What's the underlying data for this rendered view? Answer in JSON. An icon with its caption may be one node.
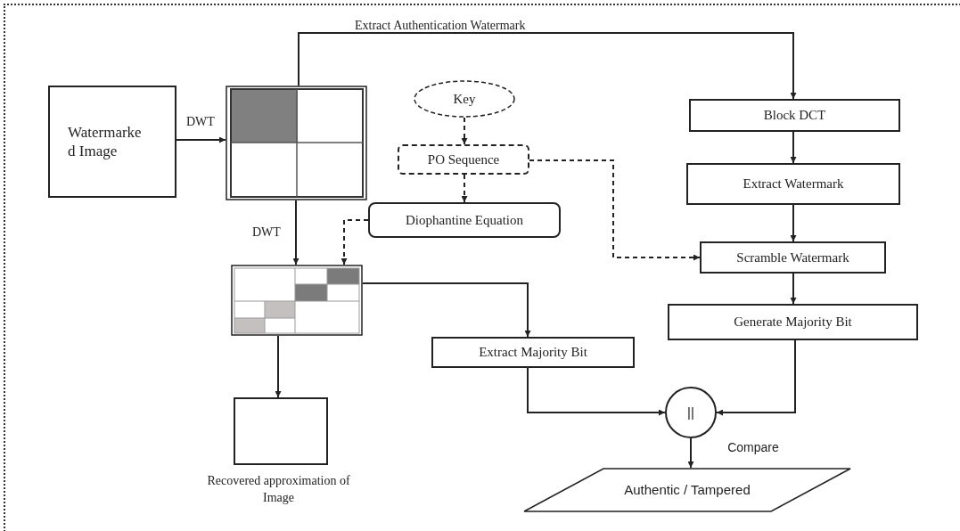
{
  "diagram": {
    "title": "Extract Authentication Watermark",
    "nodes": [
      {
        "text": [
          "Watermarke d Image"
        ]
      },
      {
        "text": [],
        "shape": "grid"
      },
      {
        "text": [
          "Key"
        ]
      },
      {
        "text": [
          "PO Sequence"
        ]
      },
      {
        "text": [
          "Diophantine Equation"
        ]
      },
      {
        "text": [],
        "shape": "grid"
      },
      {
        "text": [
          "Block DCT"
        ]
      },
      {
        "text": [
          "Extract Watermark"
        ]
      },
      {
        "text": [
          "Scramble Watermark"
        ]
      },
      {
        "text": [
          "Generate Majority Bit"
        ]
      },
      {
        "text": [
          "Extract Majority Bit"
        ]
      },
      {
        "text": [
          "||"
        ],
        "beside": [
          "Compare"
        ]
      },
      {
        "text": [],
        "shape": "box",
        "beside": [
          "Recovered approximation of Image"
        ]
      },
      {
        "text": [
          "Authentic / Tampered"
        ]
      }
    ],
    "edges": [
      {
        "from": 0,
        "to": 1,
        "arrow": "to",
        "label": "DWT"
      },
      {
        "from": 1,
        "to": 6,
        "arrow": "to"
      },
      {
        "from": 2,
        "to": 3,
        "arrow": "to",
        "style": "dashed"
      },
      {
        "from": 3,
        "to": 4,
        "arrow": "to",
        "style": "dashed"
      },
      {
        "from": 3,
        "to": 8,
        "arrow": "to",
        "style": "dashed"
      },
      {
        "from": 4,
        "to": 5,
        "arrow": "to",
        "style": "dashed"
      },
      {
        "from": 1,
        "to": 5,
        "arrow": "to",
        "label": "DWT"
      },
      {
        "from": 6,
        "to": 7,
        "arrow": "to"
      },
      {
        "from": 7,
        "to": 8,
        "arrow": "to"
      },
      {
        "from": 8,
        "to": 9,
        "arrow": "to"
      },
      {
        "from": 5,
        "to": 10,
        "arrow": "to"
      },
      {
        "from": 10,
        "to": 11,
        "arrow": "to"
      },
      {
        "from": 9,
        "to": 11,
        "arrow": "to"
      },
      {
        "from": 5,
        "to": 12,
        "arrow": "to"
      },
      {
        "from": 11,
        "to": 13,
        "arrow": "to"
      }
    ]
  }
}
